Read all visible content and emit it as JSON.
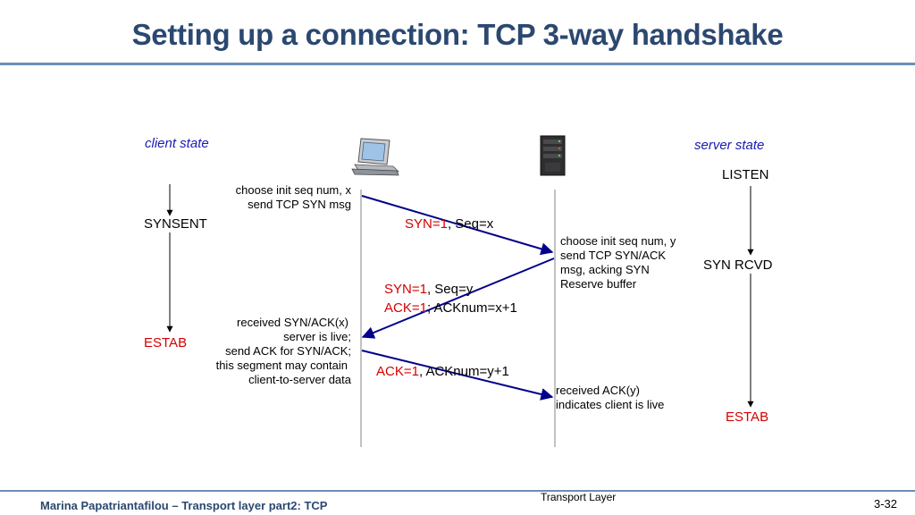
{
  "slide": {
    "title": "Setting up a connection: TCP 3-way handshake",
    "footer_author": "Marina Papatriantafilou –  Transport layer part2: TCP",
    "footer_center": "Transport Layer",
    "page_number": "3-32"
  },
  "labels": {
    "client_state": "client state",
    "server_state": "server state"
  },
  "client": {
    "states": [
      "SYNSENT",
      "ESTAB"
    ],
    "note1": [
      "choose init seq num, x",
      "send TCP SYN msg"
    ],
    "note2": [
      "received SYN/ACK(x)",
      "server is live;",
      "send ACK for SYN/ACK;",
      "this segment may contain",
      "client-to-server data"
    ]
  },
  "server": {
    "states": [
      "LISTEN",
      "SYN RCVD",
      "ESTAB"
    ],
    "note1": [
      "choose init seq num, y",
      "send TCP SYN/ACK",
      "msg, acking SYN",
      "Reserve buffer"
    ],
    "note2": [
      "received ACK(y)",
      "indicates client is live"
    ]
  },
  "messages": {
    "m1_flag": "SYN=1",
    "m1_rest": ", Seq=x",
    "m2_flag_a": "SYN=1",
    "m2_rest_a": ", Seq=y",
    "m2_flag_b": "ACK=1",
    "m2_rest_b": "; ACKnum=x+1",
    "m3_flag": "ACK=1",
    "m3_rest": ", ACKnum=y+1"
  },
  "colors": {
    "title": "#2b4870",
    "rule": "#6a8fb8",
    "flag": "#d40000",
    "arrow": "#00008b",
    "state_label": "#1a1ab3"
  },
  "icons": [
    "computer-icon",
    "server-icon"
  ]
}
